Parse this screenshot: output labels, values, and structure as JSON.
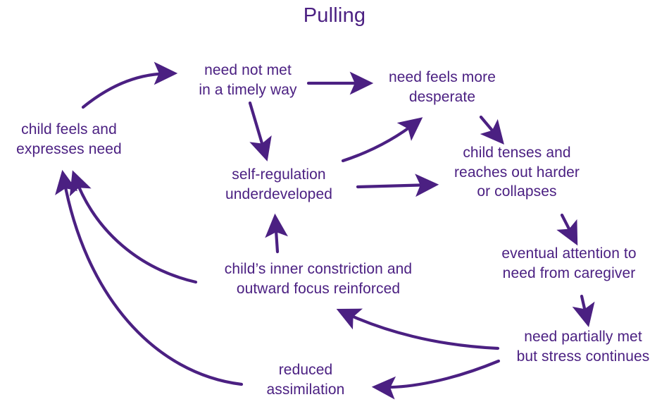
{
  "title": "Pulling",
  "colors": {
    "ink": "#4B2082",
    "background": "#ffffff"
  },
  "nodes": {
    "child_feels": "child feels and\nexpresses need",
    "need_not_met": "need not met\nin a timely way",
    "need_desperate": "need feels more\ndesperate",
    "self_regulation": "self-regulation\nunderdeveloped",
    "child_tenses": "child tenses and\nreaches out harder\nor collapses",
    "eventual_attention": "eventual attention to\nneed from caregiver",
    "inner_constriction": "child’s inner constriction and\noutward focus reinforced",
    "need_partial": "need partially met\nbut stress continues",
    "reduced_assimilation": "reduced\nassimilation"
  },
  "edges": [
    {
      "id": "e1",
      "from": "child_feels",
      "to": "need_not_met",
      "style": "curved"
    },
    {
      "id": "e2",
      "from": "need_not_met",
      "to": "need_desperate",
      "style": "straight"
    },
    {
      "id": "e3",
      "from": "need_not_met",
      "to": "self_regulation",
      "style": "straight"
    },
    {
      "id": "e4",
      "from": "self_regulation",
      "to": "need_desperate",
      "style": "curved"
    },
    {
      "id": "e5",
      "from": "need_desperate",
      "to": "child_tenses",
      "style": "straight"
    },
    {
      "id": "e6",
      "from": "self_regulation",
      "to": "child_tenses",
      "style": "straight"
    },
    {
      "id": "e7",
      "from": "child_tenses",
      "to": "eventual_attention",
      "style": "straight"
    },
    {
      "id": "e8",
      "from": "eventual_attention",
      "to": "need_partial",
      "style": "straight"
    },
    {
      "id": "e9",
      "from": "need_partial",
      "to": "inner_constriction",
      "style": "curved"
    },
    {
      "id": "e10",
      "from": "need_partial",
      "to": "reduced_assimilation",
      "style": "curved"
    },
    {
      "id": "e11",
      "from": "inner_constriction",
      "to": "self_regulation",
      "style": "straight"
    },
    {
      "id": "e12",
      "from": "inner_constriction",
      "to": "child_feels",
      "style": "curved"
    },
    {
      "id": "e13",
      "from": "reduced_assimilation",
      "to": "child_feels",
      "style": "curved"
    }
  ]
}
